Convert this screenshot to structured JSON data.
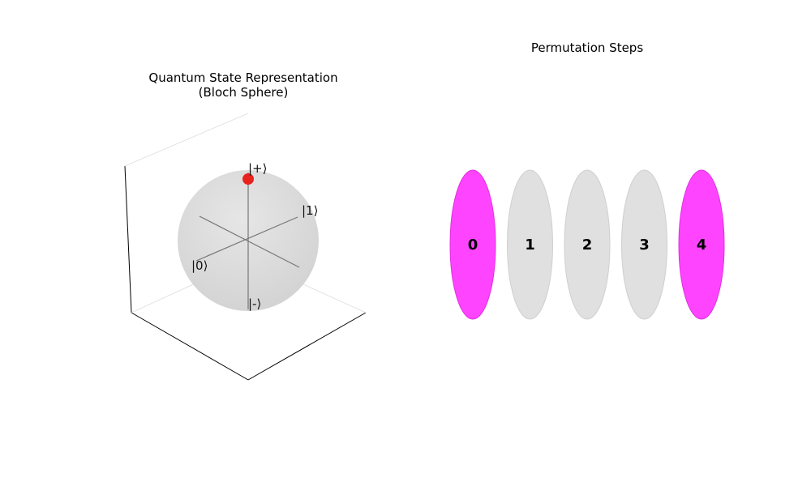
{
  "bloch": {
    "title": "Quantum State Representation",
    "subtitle": "(Bloch Sphere)",
    "labels": {
      "plus": "|+⟩",
      "minus": "|-⟩",
      "zero": "|0⟩",
      "one": "|1⟩"
    },
    "state_marker_color": "#e8231e",
    "sphere_color": "#d9d9d9"
  },
  "permutation": {
    "title": "Permutation Steps",
    "steps": [
      {
        "label": "0",
        "highlighted": true
      },
      {
        "label": "1",
        "highlighted": false
      },
      {
        "label": "2",
        "highlighted": false
      },
      {
        "label": "3",
        "highlighted": false
      },
      {
        "label": "4",
        "highlighted": true
      }
    ],
    "highlight_color": "#ff44ff",
    "default_color": "#e0e0e0"
  }
}
